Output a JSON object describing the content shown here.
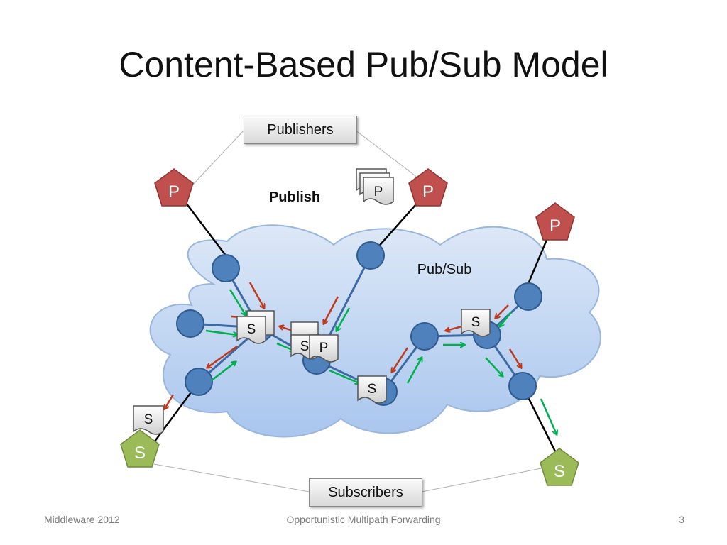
{
  "slide": {
    "title": "Content-Based Pub/Sub Model"
  },
  "diagram": {
    "publishers_label": "Publishers",
    "subscribers_label": "Subscribers",
    "publish_label": "Publish",
    "cloud_label": "Pub/Sub",
    "publisher_letter": "P",
    "subscriber_letter": "S",
    "message_letter_publish": "P",
    "message_letter_subscribe": "S",
    "colors": {
      "publisher": "#c0504d",
      "subscriber": "#9bbb59",
      "node": "#4f81bd",
      "cloud": "#c6d9f1",
      "subscription_arrow": "#c0391b",
      "publication_arrow": "#00b050"
    }
  },
  "footer": {
    "left": "Middleware 2012",
    "center": "Opportunistic Multipath Forwarding",
    "page_number": "3"
  }
}
